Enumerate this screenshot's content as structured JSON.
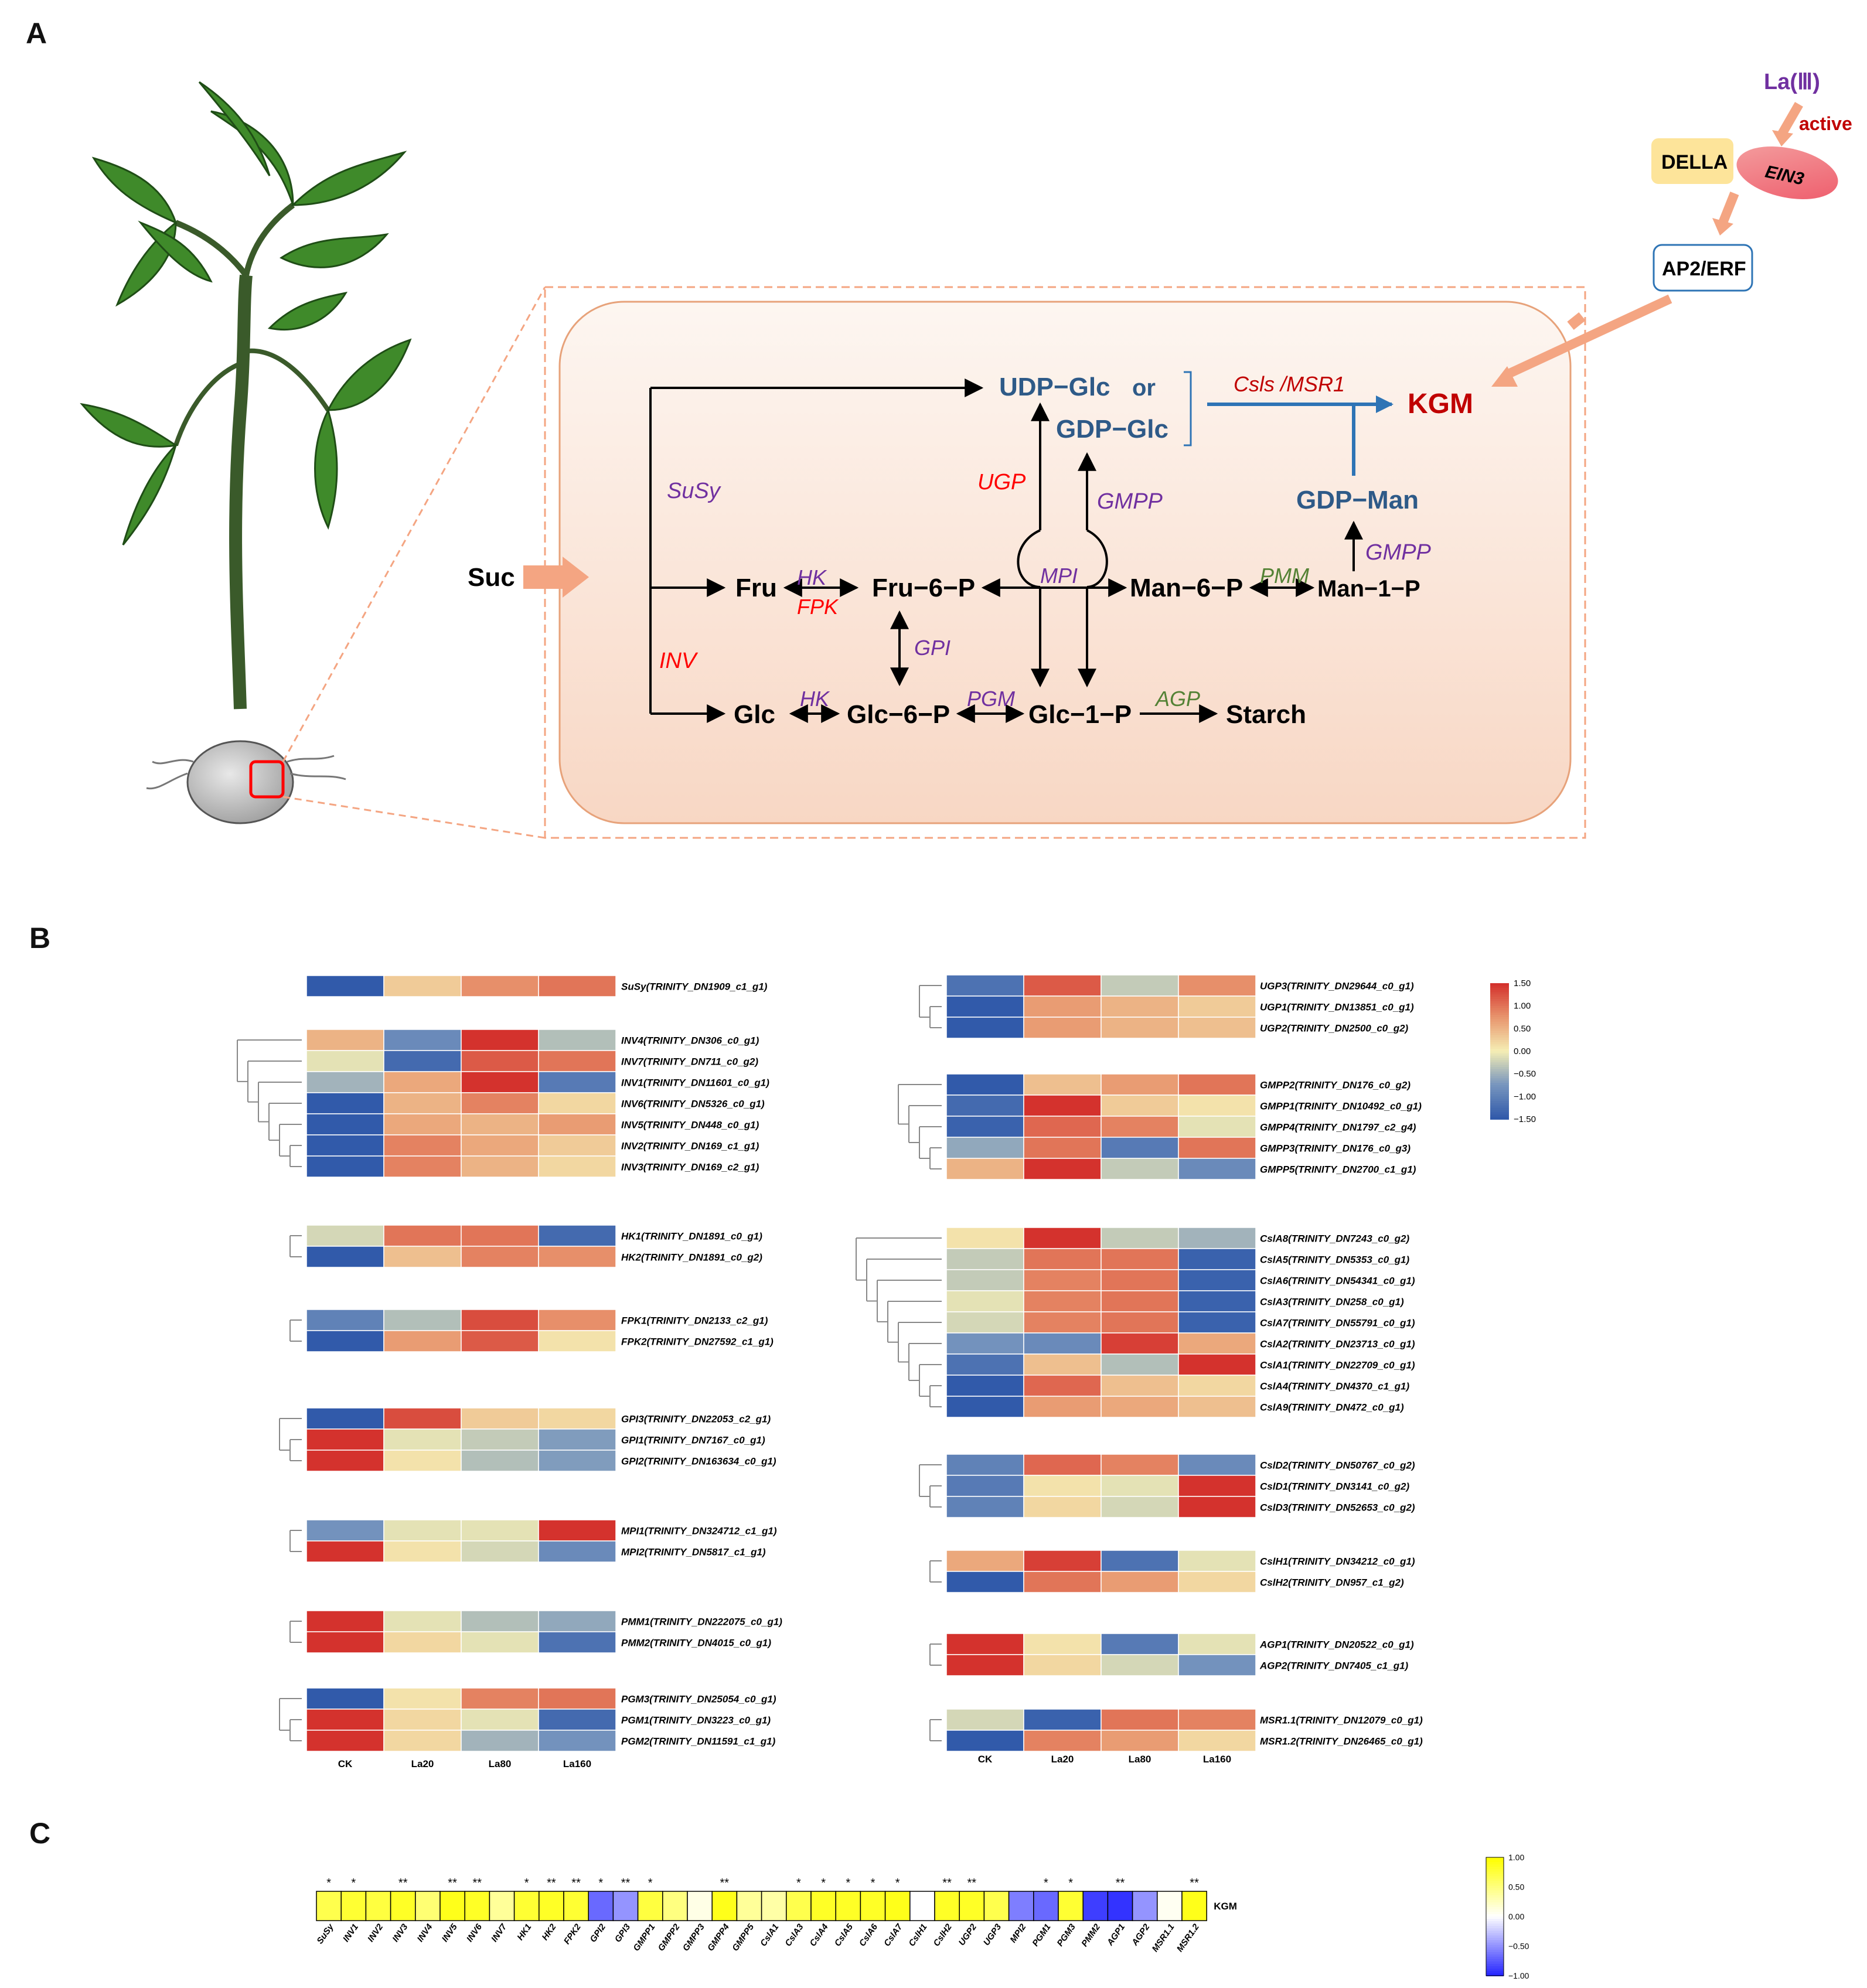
{
  "panels": {
    "a": "A",
    "b": "B",
    "c": "C"
  },
  "pathway": {
    "la": "La(Ⅲ)",
    "active": "active",
    "della": "DELLA",
    "ein3": "EIN3",
    "ap2erf": "AP2/ERF",
    "suc": "Suc",
    "udp_glc": "UDP−Glc",
    "or": "or",
    "gdp_glc": "GDP−Glc",
    "csls": "Csls /MSR1",
    "kgm": "KGM",
    "gdp_man": "GDP−Man",
    "susy": "SuSy",
    "ugp": "UGP",
    "gmpp1": "GMPP",
    "gmpp2": "GMPP",
    "fru": "Fru",
    "hk1": "HK",
    "fpk": "FPK",
    "fru6p": "Fru−6−P",
    "mpi": "MPI",
    "man6p": "Man−6−P",
    "pmm": "PMM",
    "man1p": "Man−1−P",
    "gpi": "GPI",
    "inv": "INV",
    "glc": "Glc",
    "hk2": "HK",
    "glc6p": "Glc−6−P",
    "pgm": "PGM",
    "glc1p": "Glc−1−P",
    "agp": "AGP",
    "starch": "Starch",
    "colors": {
      "purple": "#7030a0",
      "red": "#ff0000",
      "darkred": "#c00000",
      "green": "#548235",
      "blue": "#2e5a88",
      "black": "#000000"
    }
  },
  "heatmap": {
    "columns": [
      "CK",
      "La20",
      "La80",
      "La160"
    ],
    "legend_ticks": [
      "1.50",
      "1.00",
      "0.50",
      "0.00",
      "−0.50",
      "−1.00",
      "−1.50"
    ],
    "left_groups": [
      {
        "rows": [
          {
            "label": "SuSy(TRINITY_DN1909_c1_g1)",
            "values": [
              -1.5,
              0.3,
              0.8,
              1.0
            ]
          }
        ]
      },
      {
        "rows": [
          {
            "label": "INV4(TRINITY_DN306_c0_g1)",
            "values": [
              0.5,
              -0.9,
              1.5,
              -0.4
            ]
          },
          {
            "label": "INV7(TRINITY_DN711_c0_g2)",
            "values": [
              -0.1,
              -1.3,
              1.2,
              1.0
            ]
          },
          {
            "label": "INV1(TRINITY_DN11601_c0_g1)",
            "values": [
              -0.5,
              0.6,
              1.5,
              -1.1
            ]
          },
          {
            "label": "INV6(TRINITY_DN5326_c0_g1)",
            "values": [
              -1.5,
              0.5,
              0.9,
              0.2
            ]
          },
          {
            "label": "INV5(TRINITY_DN448_c0_g1)",
            "values": [
              -1.5,
              0.6,
              0.5,
              0.7
            ]
          },
          {
            "label": "INV2(TRINITY_DN169_c1_g1)",
            "values": [
              -1.5,
              0.9,
              0.6,
              0.3
            ]
          },
          {
            "label": "INV3(TRINITY_DN169_c2_g1)",
            "values": [
              -1.5,
              0.9,
              0.5,
              0.2
            ]
          }
        ]
      },
      {
        "rows": [
          {
            "label": "HK1(TRINITY_DN1891_c0_g1)",
            "values": [
              -0.2,
              1.0,
              1.0,
              -1.3
            ]
          },
          {
            "label": "HK2(TRINITY_DN1891_c0_g2)",
            "values": [
              -1.5,
              0.4,
              0.9,
              0.8
            ]
          }
        ]
      },
      {
        "rows": [
          {
            "label": "FPK1(TRINITY_DN2133_c2_g1)",
            "values": [
              -1.0,
              -0.4,
              1.3,
              0.8
            ]
          },
          {
            "label": "FPK2(TRINITY_DN27592_c1_g1)",
            "values": [
              -1.5,
              0.7,
              1.2,
              0.1
            ]
          }
        ]
      },
      {
        "rows": [
          {
            "label": "GPI3(TRINITY_DN22053_c2_g1)",
            "values": [
              -1.5,
              1.3,
              0.3,
              0.2
            ]
          },
          {
            "label": "GPI1(TRINITY_DN7167_c0_g1)",
            "values": [
              1.5,
              -0.1,
              -0.3,
              -0.7
            ]
          },
          {
            "label": "GPI2(TRINITY_DN163634_c0_g1)",
            "values": [
              1.5,
              0.1,
              -0.4,
              -0.7
            ]
          }
        ]
      },
      {
        "rows": [
          {
            "label": "MPI1(TRINITY_DN324712_c1_g1)",
            "values": [
              -0.8,
              -0.1,
              -0.1,
              1.5
            ]
          },
          {
            "label": "MPI2(TRINITY_DN5817_c1_g1)",
            "values": [
              1.5,
              0.1,
              -0.2,
              -0.9
            ]
          }
        ]
      },
      {
        "rows": [
          {
            "label": "PMM1(TRINITY_DN222075_c0_g1)",
            "values": [
              1.5,
              -0.1,
              -0.4,
              -0.6
            ]
          },
          {
            "label": "PMM2(TRINITY_DN4015_c0_g1)",
            "values": [
              1.5,
              0.2,
              -0.1,
              -1.2
            ]
          }
        ]
      },
      {
        "rows": [
          {
            "label": "PGM3(TRINITY_DN25054_c0_g1)",
            "values": [
              -1.5,
              0.1,
              0.9,
              1.0
            ]
          },
          {
            "label": "PGM1(TRINITY_DN3223_c0_g1)",
            "values": [
              1.5,
              0.2,
              -0.1,
              -1.3
            ]
          },
          {
            "label": "PGM2(TRINITY_DN11591_c1_g1)",
            "values": [
              1.5,
              0.2,
              -0.5,
              -0.8
            ]
          }
        ]
      }
    ],
    "right_groups": [
      {
        "rows": [
          {
            "label": "UGP3(TRINITY_DN29644_c0_g1)",
            "values": [
              -1.2,
              1.2,
              -0.3,
              0.8
            ]
          },
          {
            "label": "UGP1(TRINITY_DN13851_c0_g1)",
            "values": [
              -1.5,
              0.7,
              0.5,
              0.3
            ]
          },
          {
            "label": "UGP2(TRINITY_DN2500_c0_g2)",
            "values": [
              -1.5,
              0.7,
              0.5,
              0.4
            ]
          }
        ]
      },
      {
        "rows": [
          {
            "label": "GMPP2(TRINITY_DN176_c0_g2)",
            "values": [
              -1.5,
              0.4,
              0.7,
              1.0
            ]
          },
          {
            "label": "GMPP1(TRINITY_DN10492_c0_g1)",
            "values": [
              -1.3,
              1.5,
              0.3,
              0.1
            ]
          },
          {
            "label": "GMPP4(TRINITY_DN1797_c2_g4)",
            "values": [
              -1.4,
              1.1,
              0.9,
              -0.1
            ]
          },
          {
            "label": "GMPP3(TRINITY_DN176_c0_g3)",
            "values": [
              -0.6,
              1.0,
              -1.1,
              1.0
            ]
          },
          {
            "label": "GMPP5(TRINITY_DN2700_c1_g1)",
            "values": [
              0.5,
              1.5,
              -0.3,
              -0.9
            ]
          }
        ]
      },
      {
        "rows": [
          {
            "label": "CslA8(TRINITY_DN7243_c0_g2)",
            "values": [
              0.1,
              1.6,
              -0.3,
              -0.5
            ]
          },
          {
            "label": "CslA5(TRINITY_DN5353_c0_g1)",
            "values": [
              -0.3,
              1.0,
              1.0,
              -1.4
            ]
          },
          {
            "label": "CslA6(TRINITY_DN54341_c0_g1)",
            "values": [
              -0.3,
              0.9,
              1.0,
              -1.4
            ]
          },
          {
            "label": "CslA3(TRINITY_DN258_c0_g1)",
            "values": [
              -0.1,
              0.9,
              1.0,
              -1.4
            ]
          },
          {
            "label": "CslA7(TRINITY_DN55791_c0_g1)",
            "values": [
              -0.2,
              0.9,
              1.0,
              -1.4
            ]
          },
          {
            "label": "CslA2(TRINITY_DN23713_c0_g1)",
            "values": [
              -0.8,
              -0.9,
              1.4,
              0.6
            ]
          },
          {
            "label": "CslA1(TRINITY_DN22709_c0_g1)",
            "values": [
              -1.2,
              0.4,
              -0.4,
              1.5
            ]
          },
          {
            "label": "CslA4(TRINITY_DN4370_c1_g1)",
            "values": [
              -1.5,
              1.1,
              0.4,
              0.2
            ]
          },
          {
            "label": "CslA9(TRINITY_DN472_c0_g1)",
            "values": [
              -1.5,
              0.7,
              0.6,
              0.4
            ]
          }
        ]
      },
      {
        "rows": [
          {
            "label": "CslD2(TRINITY_DN50767_c0_g2)",
            "values": [
              -1.0,
              1.1,
              0.9,
              -0.9
            ]
          },
          {
            "label": "CslD1(TRINITY_DN3141_c0_g2)",
            "values": [
              -1.1,
              0.1,
              -0.1,
              1.5
            ]
          },
          {
            "label": "CslD3(TRINITY_DN52653_c0_g2)",
            "values": [
              -1.0,
              0.2,
              -0.2,
              1.5
            ]
          }
        ]
      },
      {
        "rows": [
          {
            "label": "CslH1(TRINITY_DN34212_c0_g1)",
            "values": [
              0.6,
              1.4,
              -1.2,
              -0.1
            ]
          },
          {
            "label": "CslH2(TRINITY_DN957_c1_g2)",
            "values": [
              -1.5,
              1.0,
              0.7,
              0.2
            ]
          }
        ]
      },
      {
        "rows": [
          {
            "label": "AGP1(TRINITY_DN20522_c0_g1)",
            "values": [
              1.5,
              0.1,
              -1.1,
              -0.1
            ]
          },
          {
            "label": "AGP2(TRINITY_DN7405_c1_g1)",
            "values": [
              1.5,
              0.2,
              -0.2,
              -0.8
            ]
          }
        ]
      },
      {
        "rows": [
          {
            "label": "MSR1.1(TRINITY_DN12079_c0_g1)",
            "values": [
              -0.2,
              -1.4,
              1.0,
              0.9
            ]
          },
          {
            "label": "MSR1.2(TRINITY_DN26465_c0_g1)",
            "values": [
              -1.5,
              0.9,
              0.7,
              0.2
            ]
          }
        ]
      }
    ]
  },
  "correlation": {
    "row_label": "KGM",
    "legend_ticks": [
      "1.00",
      "0.50",
      "0.00",
      "−0.50",
      "−1.00"
    ],
    "genes": [
      "SuSy",
      "INV1",
      "INV2",
      "INV3",
      "INV4",
      "INV5",
      "INV6",
      "INV7",
      "HK1",
      "HK2",
      "FPK2",
      "GPI2",
      "GPI3",
      "GMPP1",
      "GMPP2",
      "GMPP3",
      "GMPP4",
      "GMPP5",
      "CslA1",
      "CslA3",
      "CslA4",
      "CslA5",
      "CslA6",
      "CslA7",
      "CslH1",
      "CslH2",
      "UGP2",
      "UGP3",
      "MPI2",
      "PGM1",
      "PGM3",
      "PMM2",
      "AGP1",
      "AGP2",
      "MSR1.1",
      "MSR1.2"
    ],
    "values": [
      0.7,
      0.8,
      0.75,
      0.85,
      0.55,
      0.9,
      0.85,
      0.4,
      0.8,
      0.85,
      0.8,
      -0.7,
      -0.5,
      0.75,
      0.5,
      0.1,
      0.9,
      0.4,
      0.35,
      0.7,
      0.85,
      0.85,
      0.85,
      0.9,
      0.0,
      0.85,
      0.85,
      0.7,
      -0.6,
      -0.7,
      0.8,
      -0.9,
      -0.95,
      -0.5,
      0.05,
      0.9
    ],
    "sig": [
      "*",
      "*",
      "",
      "**",
      "",
      "**",
      "**",
      "",
      "*",
      "**",
      "**",
      "*",
      "**",
      "*",
      "",
      "",
      "**",
      "",
      "",
      "*",
      "*",
      "*",
      "*",
      "*",
      "",
      "**",
      "**",
      "",
      "",
      "*",
      "*",
      "",
      "**",
      "",
      "",
      "**"
    ]
  }
}
